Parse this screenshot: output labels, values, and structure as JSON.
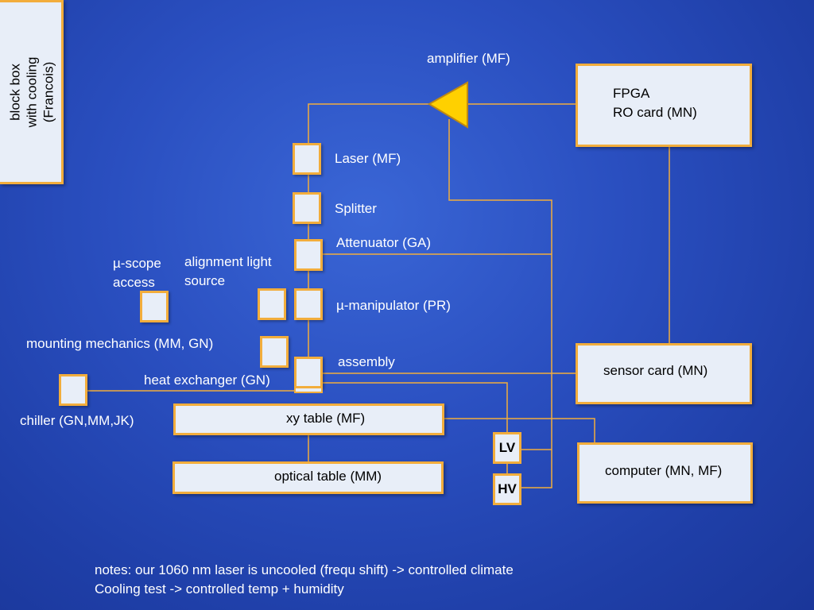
{
  "diagram": {
    "blackbox": {
      "line1": "block box",
      "line2": "with cooling",
      "line3": "(Francois)"
    },
    "amplifier_label": "amplifier (MF)",
    "fpga": {
      "line1": "FPGA",
      "line2": "RO card (MN)"
    },
    "laser_label": "Laser (MF)",
    "splitter_label": "Splitter",
    "attenuator_label": "Attenuator (GA)",
    "alignment": {
      "line1": "alignment light",
      "line2": "source"
    },
    "scope": {
      "line1": "µ-scope",
      "line2": "access"
    },
    "manipulator_label": "µ-manipulator (PR)",
    "mounting_label": "mounting mechanics (MM, GN)",
    "assembly_label": "assembly",
    "heat_exchanger_label": "heat exchanger (GN)",
    "chiller_label": "chiller (GN,MM,JK)",
    "sensor_card_label": "sensor card (MN)",
    "xy_table_label": "xy table (MF)",
    "optical_table_label": "optical table (MM)",
    "computer_label": "computer (MN, MF)",
    "lv_label": "LV",
    "hv_label": "HV"
  },
  "notes": {
    "line1": "notes: our 1060 nm laser is uncooled (frequ shift) -> controlled climate",
    "line2": "Cooling test -> controlled temp + humidity"
  },
  "colors": {
    "line": "#f2ad3c",
    "box_fill": "#e8eef8",
    "amplifier": "#ffd000"
  }
}
